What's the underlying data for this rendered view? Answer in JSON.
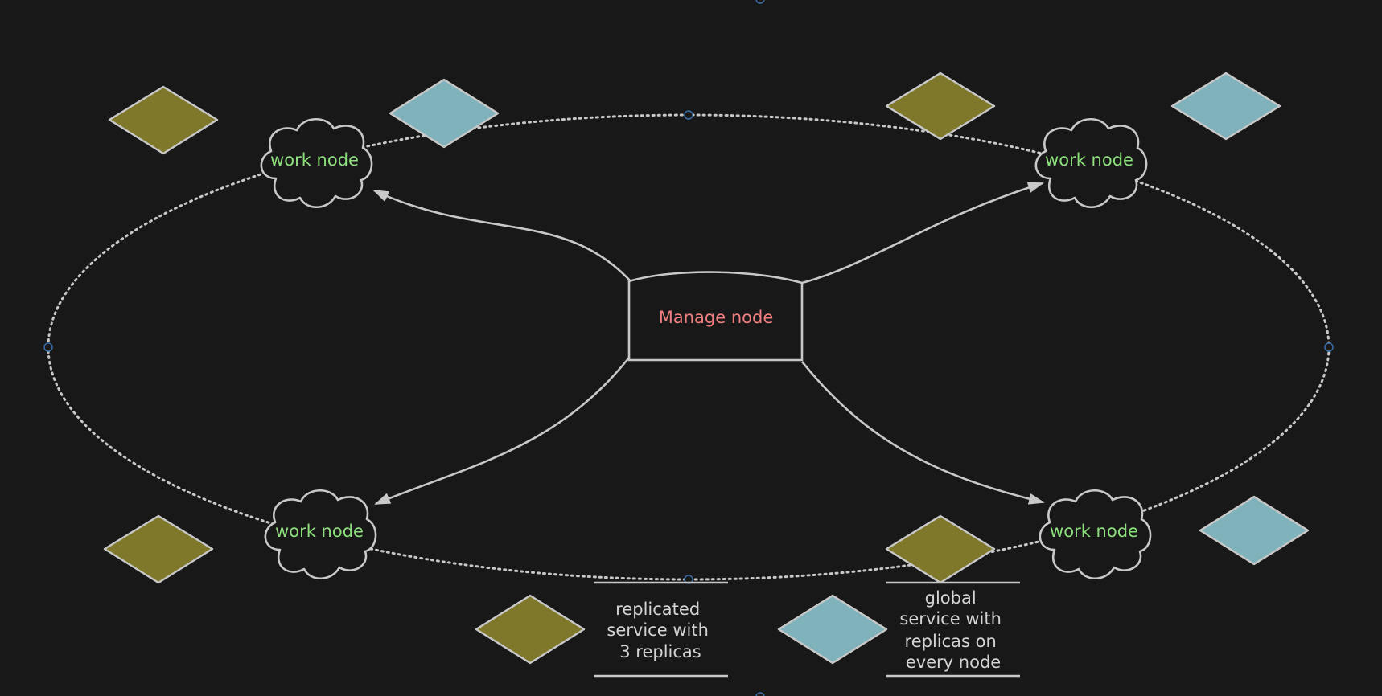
{
  "colors": {
    "background": "#181818",
    "stroke": "#c8c8c8",
    "work_label": "#8ee07e",
    "manage_label": "#f08080",
    "replicated_fill": "#7f772a",
    "global_fill": "#7fb2bb",
    "handle": "#3b6ea8",
    "legend_text": "#d4d4d4"
  },
  "manager": {
    "label": "Manage node"
  },
  "workers": [
    {
      "id": "top-left",
      "label": "work node"
    },
    {
      "id": "top-right",
      "label": "work node"
    },
    {
      "id": "bottom-left",
      "label": "work node"
    },
    {
      "id": "bottom-right",
      "label": "work node"
    }
  ],
  "legend": {
    "replicated": {
      "shape": "olive-diamond",
      "lines": [
        "replicated",
        "service with",
        "3 replicas"
      ]
    },
    "global": {
      "shape": "blue-diamond",
      "lines": [
        "global",
        "service with",
        "replicas on",
        "every node"
      ]
    }
  }
}
